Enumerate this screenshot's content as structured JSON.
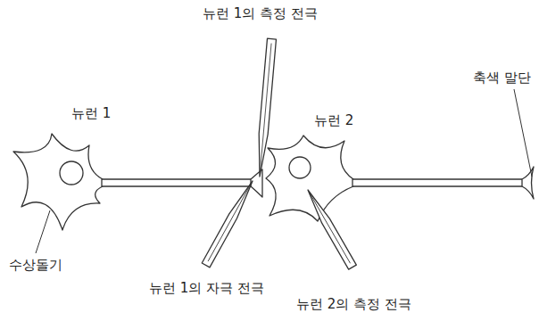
{
  "diagram": {
    "labels": [
      "뉴런 1의 측정 전극",
      "뉴런 1",
      "뉴런 2",
      "축색 말단",
      "수상돌기",
      "뉴런 1의 자극 전극",
      "뉴런 2의 측정 전극"
    ]
  }
}
